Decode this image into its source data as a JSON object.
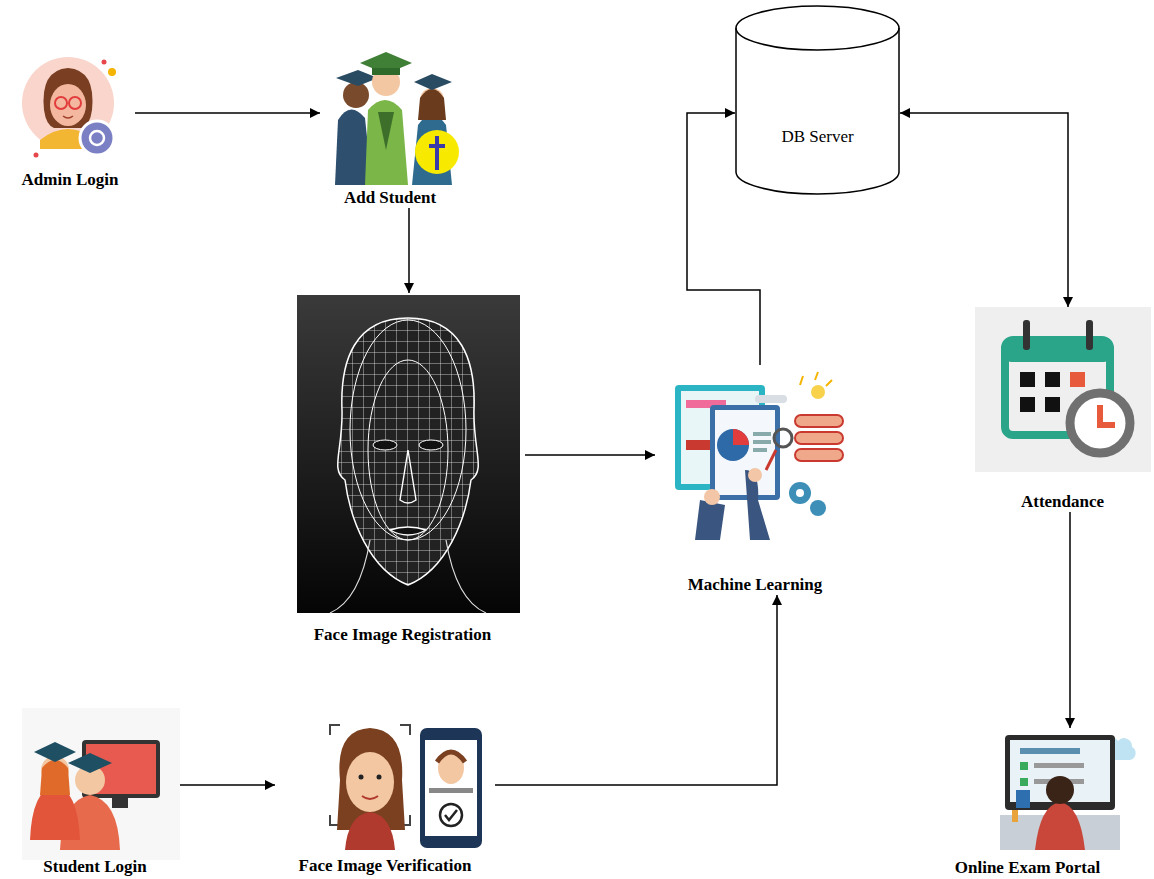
{
  "diagram": {
    "nodes": [
      {
        "text": [
          "Admin Login"
        ]
      },
      {
        "text": [
          "Add Student"
        ]
      },
      {
        "text": [
          "DB Server"
        ]
      },
      {
        "text": [
          "Face Image Registration"
        ]
      },
      {
        "text": [
          "Machine Learning"
        ]
      },
      {
        "text": [
          "Attendance"
        ]
      },
      {
        "text": [
          "Student Login"
        ]
      },
      {
        "text": [
          "Face Image Verification"
        ]
      },
      {
        "text": [
          "Online Exam Portal"
        ]
      }
    ],
    "edges": [
      {
        "from": 0,
        "to": 1,
        "arrow": "to"
      },
      {
        "from": 1,
        "to": 3,
        "arrow": "to"
      },
      {
        "from": 3,
        "to": 4,
        "arrow": "to"
      },
      {
        "from": 4,
        "to": 2,
        "arrow": "to"
      },
      {
        "from": 2,
        "to": 5,
        "arrow": "both"
      },
      {
        "from": 5,
        "to": 8,
        "arrow": "to"
      },
      {
        "from": 6,
        "to": 7,
        "arrow": "to"
      },
      {
        "from": 7,
        "to": 4,
        "arrow": "to"
      }
    ]
  }
}
